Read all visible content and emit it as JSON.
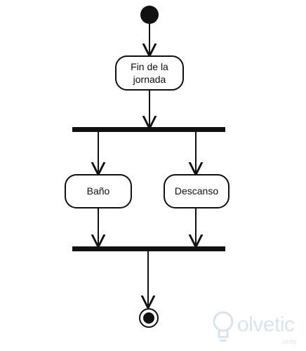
{
  "diagram": {
    "type": "uml-activity",
    "nodes": {
      "start": {
        "kind": "initial"
      },
      "fin_jornada": {
        "kind": "action",
        "lines": [
          "Fin de la",
          "jornada"
        ]
      },
      "fork": {
        "kind": "fork-bar"
      },
      "bano": {
        "kind": "action",
        "label": "Baño"
      },
      "descanso": {
        "kind": "action",
        "label": "Descanso"
      },
      "join": {
        "kind": "join-bar"
      },
      "end": {
        "kind": "final"
      }
    },
    "edges": [
      {
        "from": "start",
        "to": "fin_jornada"
      },
      {
        "from": "fin_jornada",
        "to": "fork"
      },
      {
        "from": "fork",
        "to": "bano"
      },
      {
        "from": "fork",
        "to": "descanso"
      },
      {
        "from": "bano",
        "to": "join"
      },
      {
        "from": "descanso",
        "to": "join"
      },
      {
        "from": "join",
        "to": "end"
      }
    ]
  },
  "watermark": {
    "text": "olvetic",
    "suffix": ".com",
    "color": "#d8e4ee"
  },
  "colors": {
    "stroke": "#111111",
    "background": "#ffffff"
  }
}
